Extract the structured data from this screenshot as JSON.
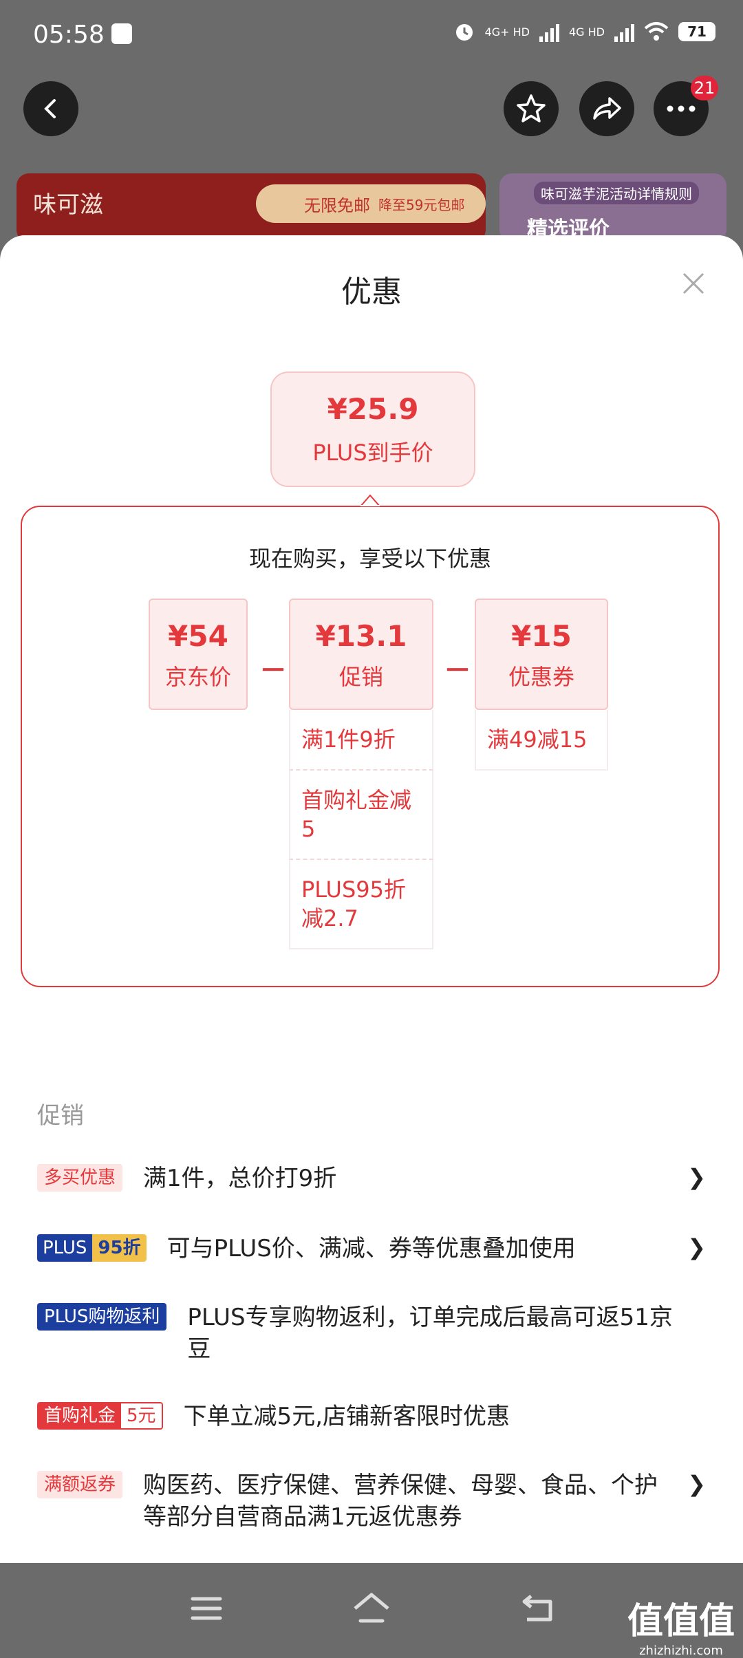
{
  "status_bar": {
    "time": "05:58",
    "network_1": "4G+ HD",
    "network_2": "4G HD",
    "battery": "71"
  },
  "top_nav": {
    "notification_count": "21"
  },
  "background_banner": {
    "brand": "味可滋",
    "tagline": "无限免邮",
    "promo": "降至59元包邮",
    "right_title": "味可滋芋泥活动详情规则",
    "right_text": "精选评价"
  },
  "sheet": {
    "title": "优惠",
    "final_price": {
      "amount": "¥25.9",
      "label": "PLUS到手价"
    },
    "subtitle": "现在购买，享受以下优惠",
    "items": [
      {
        "amount": "¥54",
        "label": "京东价"
      },
      {
        "amount": "¥13.1",
        "label": "促销"
      },
      {
        "amount": "¥15",
        "label": "优惠券"
      }
    ],
    "minus_symbol": "－",
    "promo_details": [
      "满1件9折",
      "首购礼金减5",
      "PLUS95折减2.7"
    ],
    "coupon_details": [
      "满49减15"
    ]
  },
  "promotions": {
    "heading": "促销",
    "rows": [
      {
        "tag": "多买优惠",
        "text": "满1件，总价打9折"
      },
      {
        "tag_a": "PLUS",
        "tag_b": "95折",
        "text": "可与PLUS价、满减、券等优惠叠加使用"
      },
      {
        "tag": "PLUS购物返利",
        "text": "PLUS专享购物返利，订单完成后最高可返51京豆"
      },
      {
        "tag_a": "首购礼金",
        "tag_b": "5元",
        "text": "下单立减5元,店铺新客限时优惠"
      },
      {
        "tag": "满额返券",
        "text": "购医药、医疗保健、营养保健、母婴、食品、个护等部分自营商品满1元返优惠券"
      }
    ],
    "chevron": "❯"
  },
  "watermark": {
    "main": "值值值",
    "sub": "zhizhizhi.com"
  },
  "colors": {
    "accent": "#e4393c",
    "plus_blue": "#1c3e9f",
    "plus_gold": "#f2c14a"
  }
}
